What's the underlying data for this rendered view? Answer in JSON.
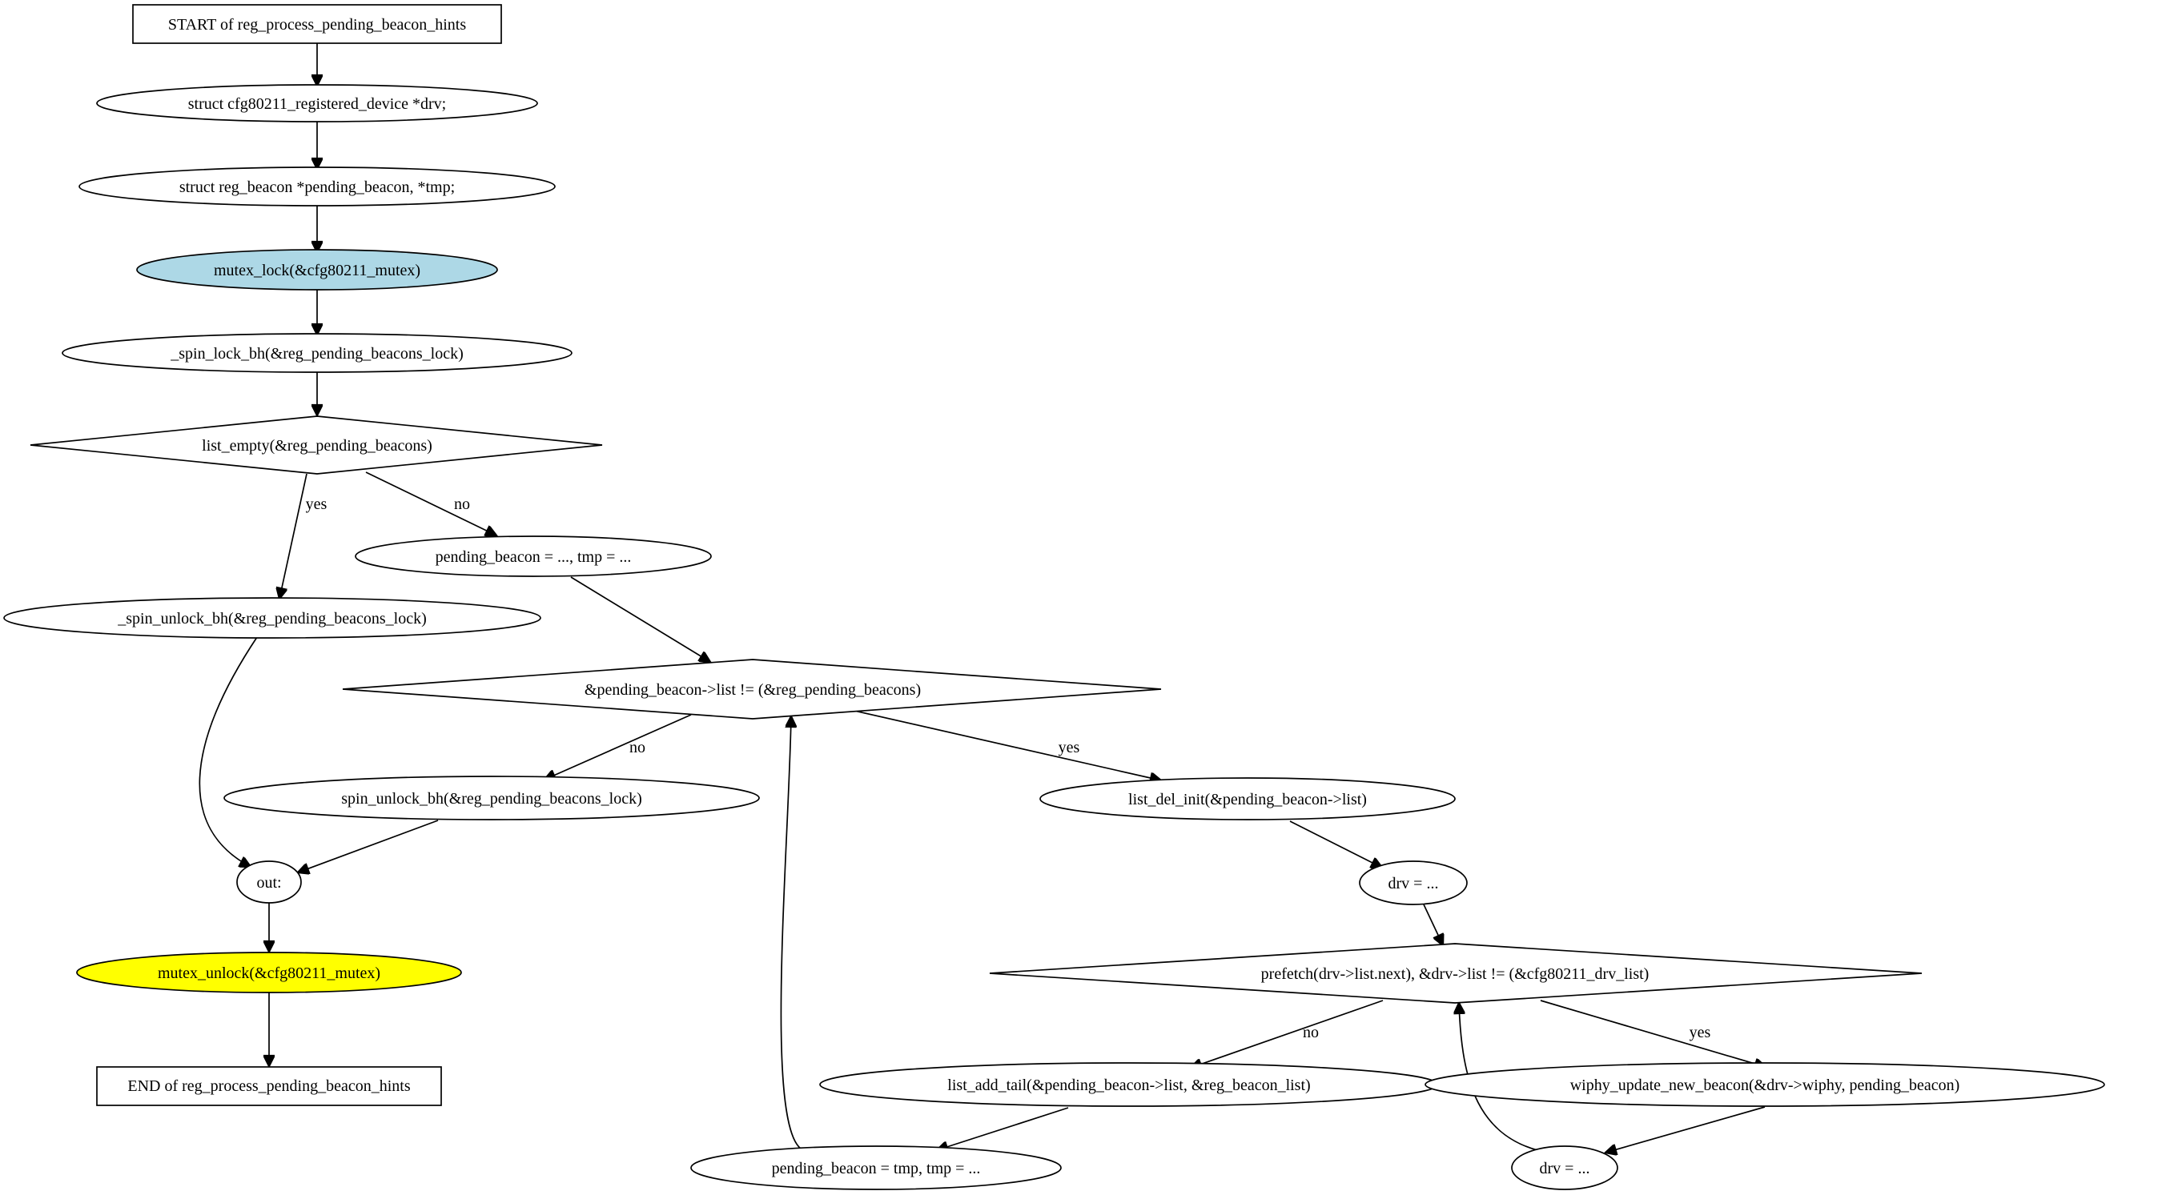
{
  "colors": {
    "lock_fill": "#add8e6",
    "unlock_fill": "#ffff00",
    "default_fill": "#ffffff",
    "stroke": "#000000"
  },
  "nodes": {
    "start": "START of reg_process_pending_beacon_hints",
    "drv_decl": "struct cfg80211_registered_device *drv;",
    "beacon_decl": "struct reg_beacon *pending_beacon, *tmp;",
    "mutex_lock": "mutex_lock(&cfg80211_mutex)",
    "spin_lock": "_spin_lock_bh(&reg_pending_beacons_lock)",
    "list_empty": "list_empty(&reg_pending_beacons)",
    "spin_unlock_a": "_spin_unlock_bh(&reg_pending_beacons_lock)",
    "pending_init": "pending_beacon = ..., tmp = ...",
    "loop_cond": "&pending_beacon->list != (&reg_pending_beacons)",
    "spin_unlock_b": "spin_unlock_bh(&reg_pending_beacons_lock)",
    "list_del": "list_del_init(&pending_beacon->list)",
    "out": "out:",
    "drv_init": "drv = ...",
    "prefetch_cond": "prefetch(drv->list.next), &drv->list != (&cfg80211_drv_list)",
    "mutex_unlock": "mutex_unlock(&cfg80211_mutex)",
    "list_add_tail": "list_add_tail(&pending_beacon->list, &reg_beacon_list)",
    "wiphy_update": "wiphy_update_new_beacon(&drv->wiphy, pending_beacon)",
    "end": "END of reg_process_pending_beacon_hints",
    "pending_next": "pending_beacon = tmp, tmp = ...",
    "drv_next": "drv = ..."
  },
  "edge_labels": {
    "yes": "yes",
    "no": "no"
  }
}
